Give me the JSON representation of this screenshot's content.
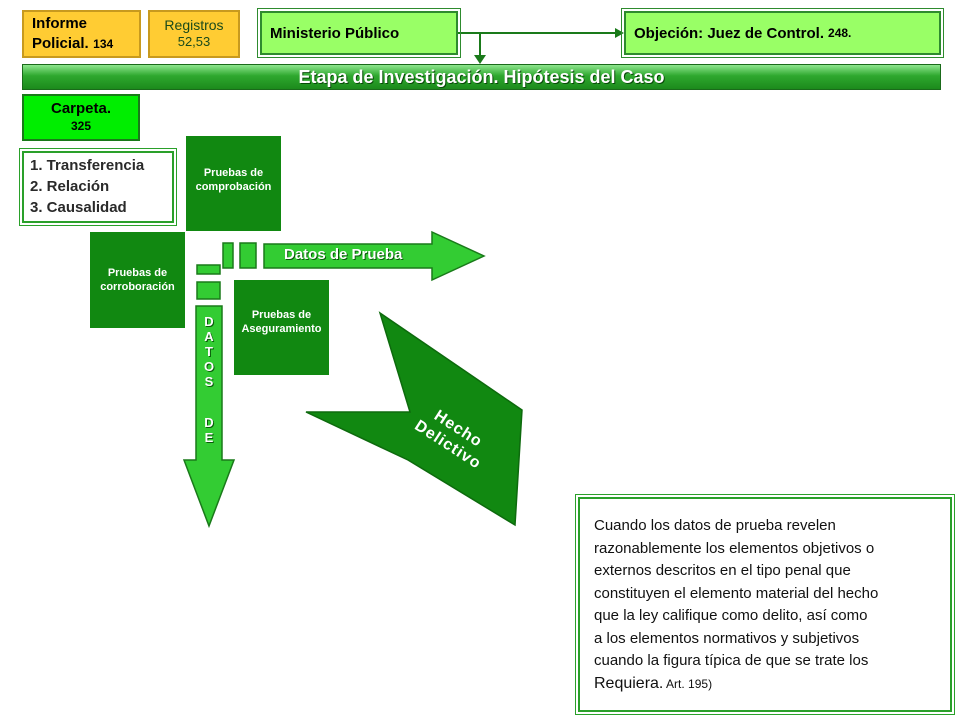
{
  "header": {
    "informe_label": "Informe",
    "policial_label": "Policial.",
    "policial_num": "134",
    "registros_label": "Registros",
    "registros_num": "52,53",
    "ministerio": "Ministerio Público",
    "objecion_label": "Objeción: Juez de Control.",
    "objecion_num": "248."
  },
  "banner": "Etapa de Investigación.  Hipótesis del Caso",
  "carpeta": {
    "label": "Carpeta.",
    "num": "325"
  },
  "list": [
    "1. Transferencia",
    "2. Relación",
    "3. Causalidad"
  ],
  "boxes": {
    "comprobacion": [
      "Pruebas de",
      "comprobación"
    ],
    "corroboracion": [
      "Pruebas de",
      "corroboración"
    ],
    "aseguramiento": [
      "Pruebas de",
      "Aseguramiento"
    ]
  },
  "datos_prueba_arrow": "Datos de Prueba",
  "vertical_letters": [
    "D",
    "A",
    "T",
    "O",
    "S",
    "",
    "D",
    "E"
  ],
  "hecho": [
    "Hecho",
    "Delictivo"
  ],
  "note": {
    "lines": [
      "Cuando los datos de prueba revelen",
      "razonablemente los elementos objetivos o",
      "externos descritos en el tipo penal que",
      "constituyen el elemento material del hecho",
      "que la ley califique como delito, así como",
      "a los elementos normativos y subjetivos",
      "cuando la figura típica de que se trate los"
    ],
    "last_main": "Requiera.",
    "last_small": " Art.  195)"
  },
  "colors": {
    "dark_green": "#118811",
    "bright_green": "#33cc33",
    "orange": "#ffcc33"
  }
}
